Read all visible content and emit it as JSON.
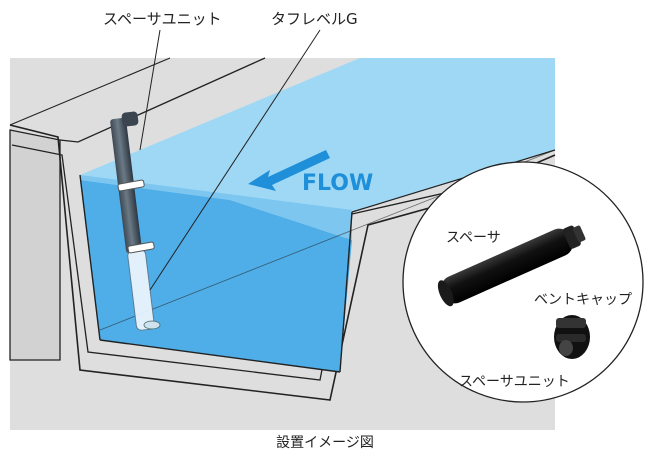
{
  "labels": {
    "spacer_unit_top": "スペーサユニット",
    "tough_level": "タフレベルG",
    "flow": "FLOW",
    "spacer": "スペーサ",
    "vent_cap": "ベントキャップ",
    "spacer_unit_inset": "スペーサユニット"
  },
  "caption": "設置イメージ図",
  "colors": {
    "flow_text": "#1e8fd8",
    "water_light": "#9fd8f5",
    "water_mid": "#5fb8ec",
    "water_deep": "#2f9fe2",
    "concrete": "#dcdcdc",
    "concrete_dark": "#c4c4c4",
    "outline": "#222222"
  },
  "icons": [
    "flow-arrow-icon",
    "sensor-probe-icon",
    "spacer-part-icon",
    "vent-cap-part-icon"
  ]
}
